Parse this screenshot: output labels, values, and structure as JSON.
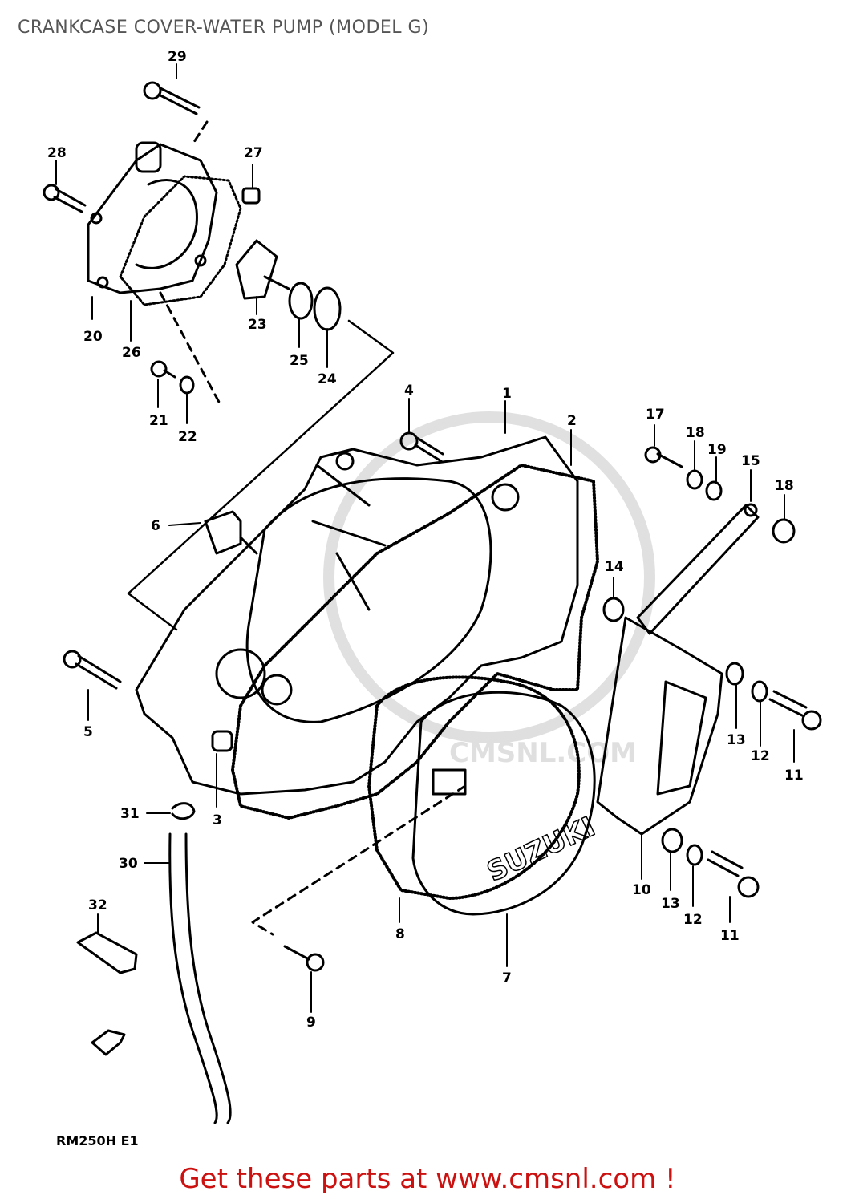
{
  "title": "CRANKCASE COVER-WATER PUMP (MODEL G)",
  "drawing_code": "RM250H E1",
  "footer": "Get these parts at www.cmsnl.com !",
  "cover_brand": "SUZUKI",
  "watermark": "CMSNL.COM",
  "callouts": {
    "n1": "1",
    "n2": "2",
    "n3": "3",
    "n4": "4",
    "n5": "5",
    "n6": "6",
    "n7": "7",
    "n8a": "8",
    "n9": "9",
    "n10": "10",
    "n11a": "11",
    "n11b": "11",
    "n12a": "12",
    "n12b": "12",
    "n13a": "13",
    "n13b": "13",
    "n14": "14",
    "n15": "15",
    "n17": "17",
    "n18a": "18",
    "n18b": "18",
    "n19": "19",
    "n20": "20",
    "n21": "21",
    "n22": "22",
    "n23": "23",
    "n24": "24",
    "n25": "25",
    "n26": "26",
    "n27": "27",
    "n28": "28",
    "n29": "29",
    "n30": "30",
    "n31": "31",
    "n32": "32"
  }
}
